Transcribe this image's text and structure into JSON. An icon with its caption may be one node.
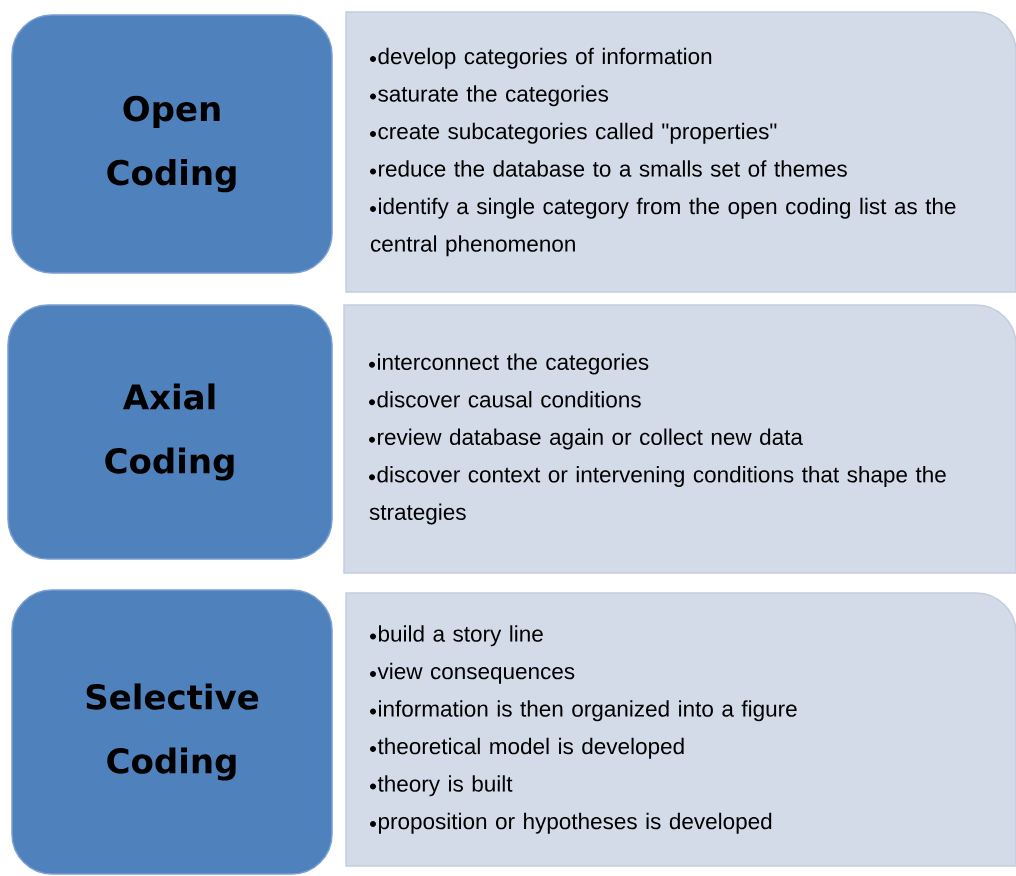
{
  "diagram": {
    "nodes": [
      {
        "text": [
          "Open Coding"
        ]
      },
      {
        "text": [
          "develop categories of information",
          "saturate the categories",
          "create subcategories called \"properties\"",
          "reduce the database to a smalls set of themes",
          "identify a single category from the open coding list as the central phenomenon"
        ]
      },
      {
        "text": [
          "Axial Coding"
        ]
      },
      {
        "text": [
          "interconnect the categories",
          "discover causal conditions",
          "review database again or collect new data",
          "discover context or intervening conditions that shape the strategies"
        ]
      },
      {
        "text": [
          "Selective Coding"
        ]
      },
      {
        "text": [
          "build a story line",
          "view consequences",
          "information is then organized into a figure",
          "theoretical model is developed",
          "theory is built",
          "proposition or hypotheses is developed"
        ]
      }
    ]
  }
}
